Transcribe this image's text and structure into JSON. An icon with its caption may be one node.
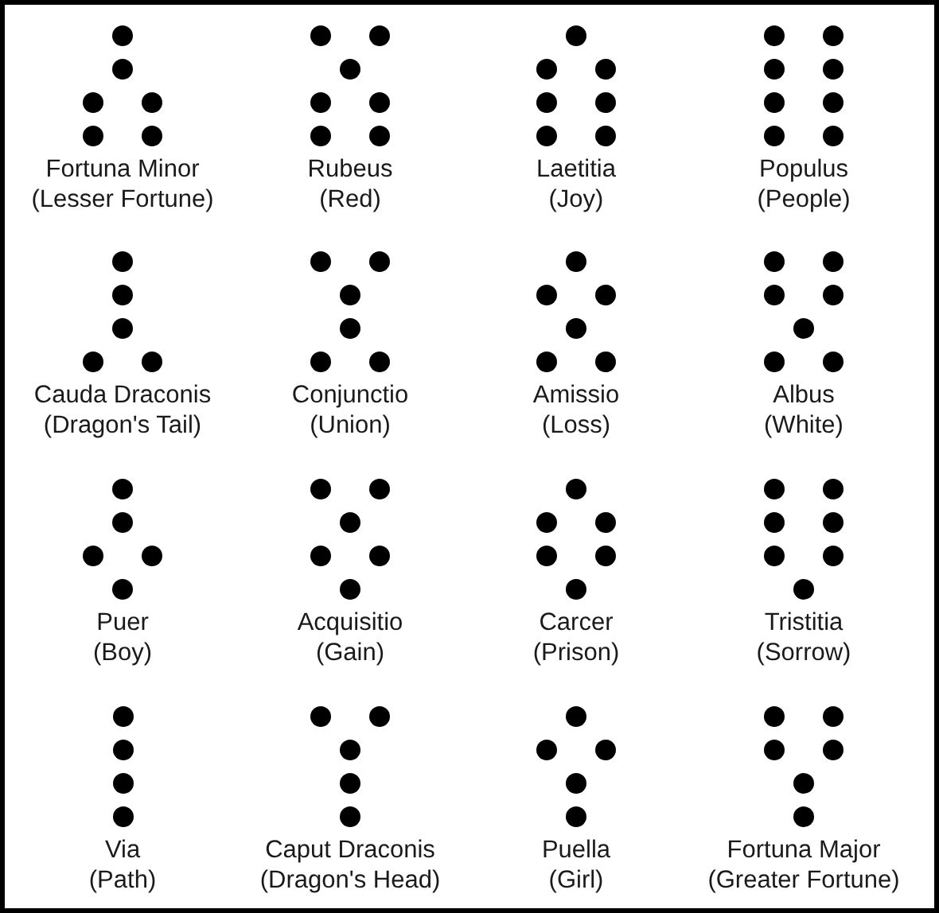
{
  "diagram": {
    "labels": [
      "Fortuna Minor",
      "(Lesser Fortune)",
      "Rubeus",
      "(Red)",
      "Laetitia",
      "(Joy)",
      "Populus",
      "(People)",
      "Cauda Draconis",
      "(Dragon's Tail)",
      "Conjunctio",
      "(Union)",
      "Amissio",
      "(Loss)",
      "Albus",
      "(White)",
      "Puer",
      "(Boy)",
      "Acquisitio",
      "(Gain)",
      "Carcer",
      "(Prison)",
      "Tristitia",
      "(Sorrow)",
      "Via",
      "(Path)",
      "Caput Draconis",
      "(Dragon's Head)",
      "Puella",
      "(Girl)",
      "Fortuna Major",
      "(Greater Fortune)"
    ]
  }
}
